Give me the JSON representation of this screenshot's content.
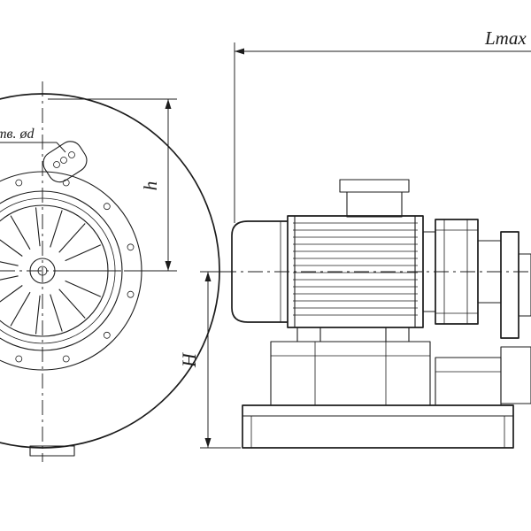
{
  "drawing": {
    "colors": {
      "line": "#1c1c1c",
      "background": "#ffffff"
    },
    "dimensions": {
      "lmax_label": "Lmax",
      "h_label": "h",
      "H_label": "H"
    },
    "notes": {
      "holes_note": "тв. ød"
    }
  }
}
